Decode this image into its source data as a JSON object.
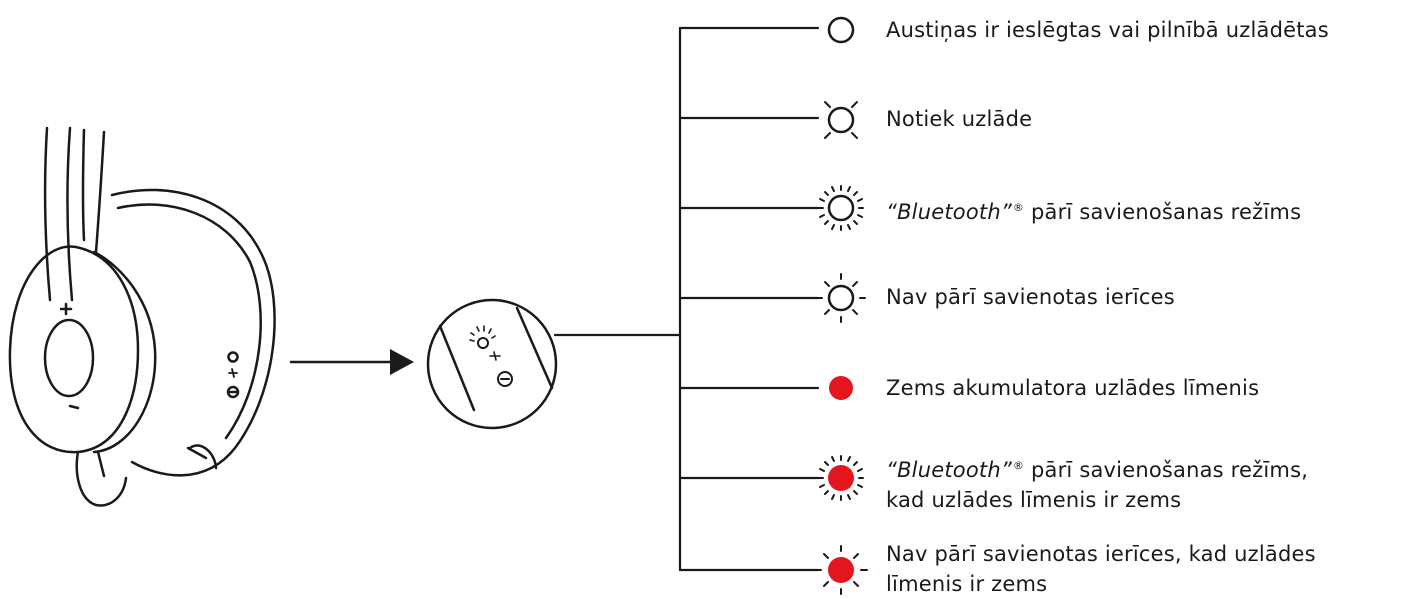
{
  "colors": {
    "stroke": "#1a1a1a",
    "red": "#e3151d",
    "background": "#ffffff"
  },
  "legend": [
    {
      "id": "on",
      "icon": "led-solid-white-icon",
      "line1_pre": "Austiņas ir ieslēgtas vai pilnībā uzlādētas"
    },
    {
      "id": "charging",
      "icon": "led-charging-white-icon",
      "line1_pre": "Notiek uzlāde"
    },
    {
      "id": "pairing",
      "icon": "led-fast-blink-white-icon",
      "line1_italic": "“Bluetooth”",
      "line1_sup": "®",
      "line1_post": " pārī savienošanas režīms"
    },
    {
      "id": "not-paired",
      "icon": "led-slow-blink-white-icon",
      "line1_pre": "Nav pārī savienotas ierīces"
    },
    {
      "id": "low-battery",
      "icon": "led-solid-red-icon",
      "line1_pre": "Zems akumulatora uzlādes līmenis"
    },
    {
      "id": "pairing-low",
      "icon": "led-fast-blink-red-icon",
      "line1_italic": "“Bluetooth”",
      "line1_sup": "®",
      "line1_post": " pārī savienošanas režīms,",
      "line2": "kad uzlādes līmenis ir zems"
    },
    {
      "id": "not-paired-low",
      "icon": "led-slow-blink-red-icon",
      "line1_pre": "Nav pārī savienotas ierīces, kad uzlādes",
      "line2": "līmenis ir zems"
    }
  ]
}
